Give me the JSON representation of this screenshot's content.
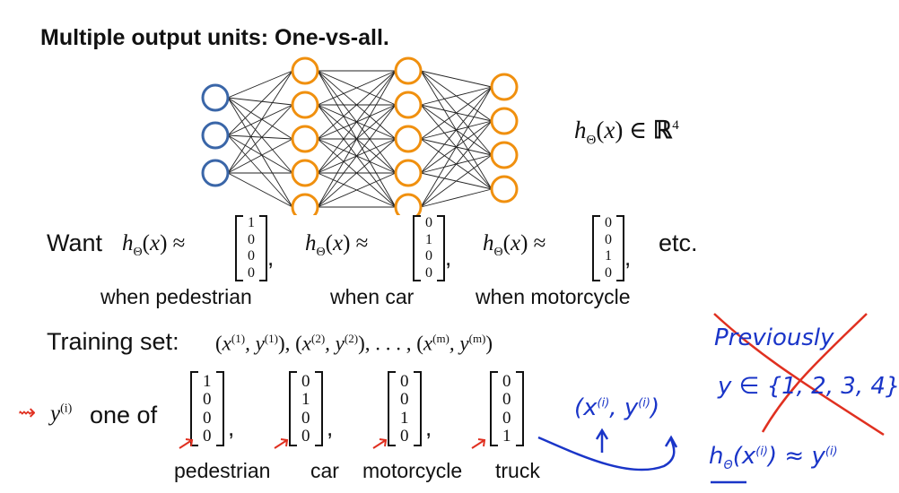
{
  "title": "Multiple output units: One-vs-all.",
  "network": {
    "layers": [
      3,
      5,
      5,
      4
    ],
    "input_color": "#3a66a8",
    "hidden_color": "#f0900f",
    "output_color": "#f0900f"
  },
  "h_def": "h_Θ(x) ∈ ℝ⁴",
  "want": {
    "word": "Want",
    "expr": "h_Θ(x) ≈",
    "vectors": [
      [
        "1",
        "0",
        "0",
        "0"
      ],
      [
        "0",
        "1",
        "0",
        "0"
      ],
      [
        "0",
        "0",
        "1",
        "0"
      ]
    ],
    "etc": "etc.",
    "labels": [
      "when pedestrian",
      "when car",
      "when motorcycle"
    ]
  },
  "training": {
    "label": "Training set:",
    "expr": "(x(1), y(1)), (x(2), y(2)), . . . , (x(m), y(m))"
  },
  "yi": {
    "arrow": "→",
    "sym": "y(i)",
    "one_of": "one of",
    "vectors": [
      [
        "1",
        "0",
        "0",
        "0"
      ],
      [
        "0",
        "1",
        "0",
        "0"
      ],
      [
        "0",
        "0",
        "1",
        "0"
      ],
      [
        "0",
        "0",
        "0",
        "1"
      ]
    ],
    "labels": [
      "pedestrian",
      "car",
      "motorcycle",
      "truck"
    ]
  },
  "handwriting": {
    "pair": "(x(i), y(i))",
    "previously": "Previously",
    "prev_set": "y ∈ {1, 2, 3, 4}",
    "approx": "hΘ(x(i)) ≈ y(i)",
    "blue": "#1a35c8",
    "red": "#e03020"
  }
}
